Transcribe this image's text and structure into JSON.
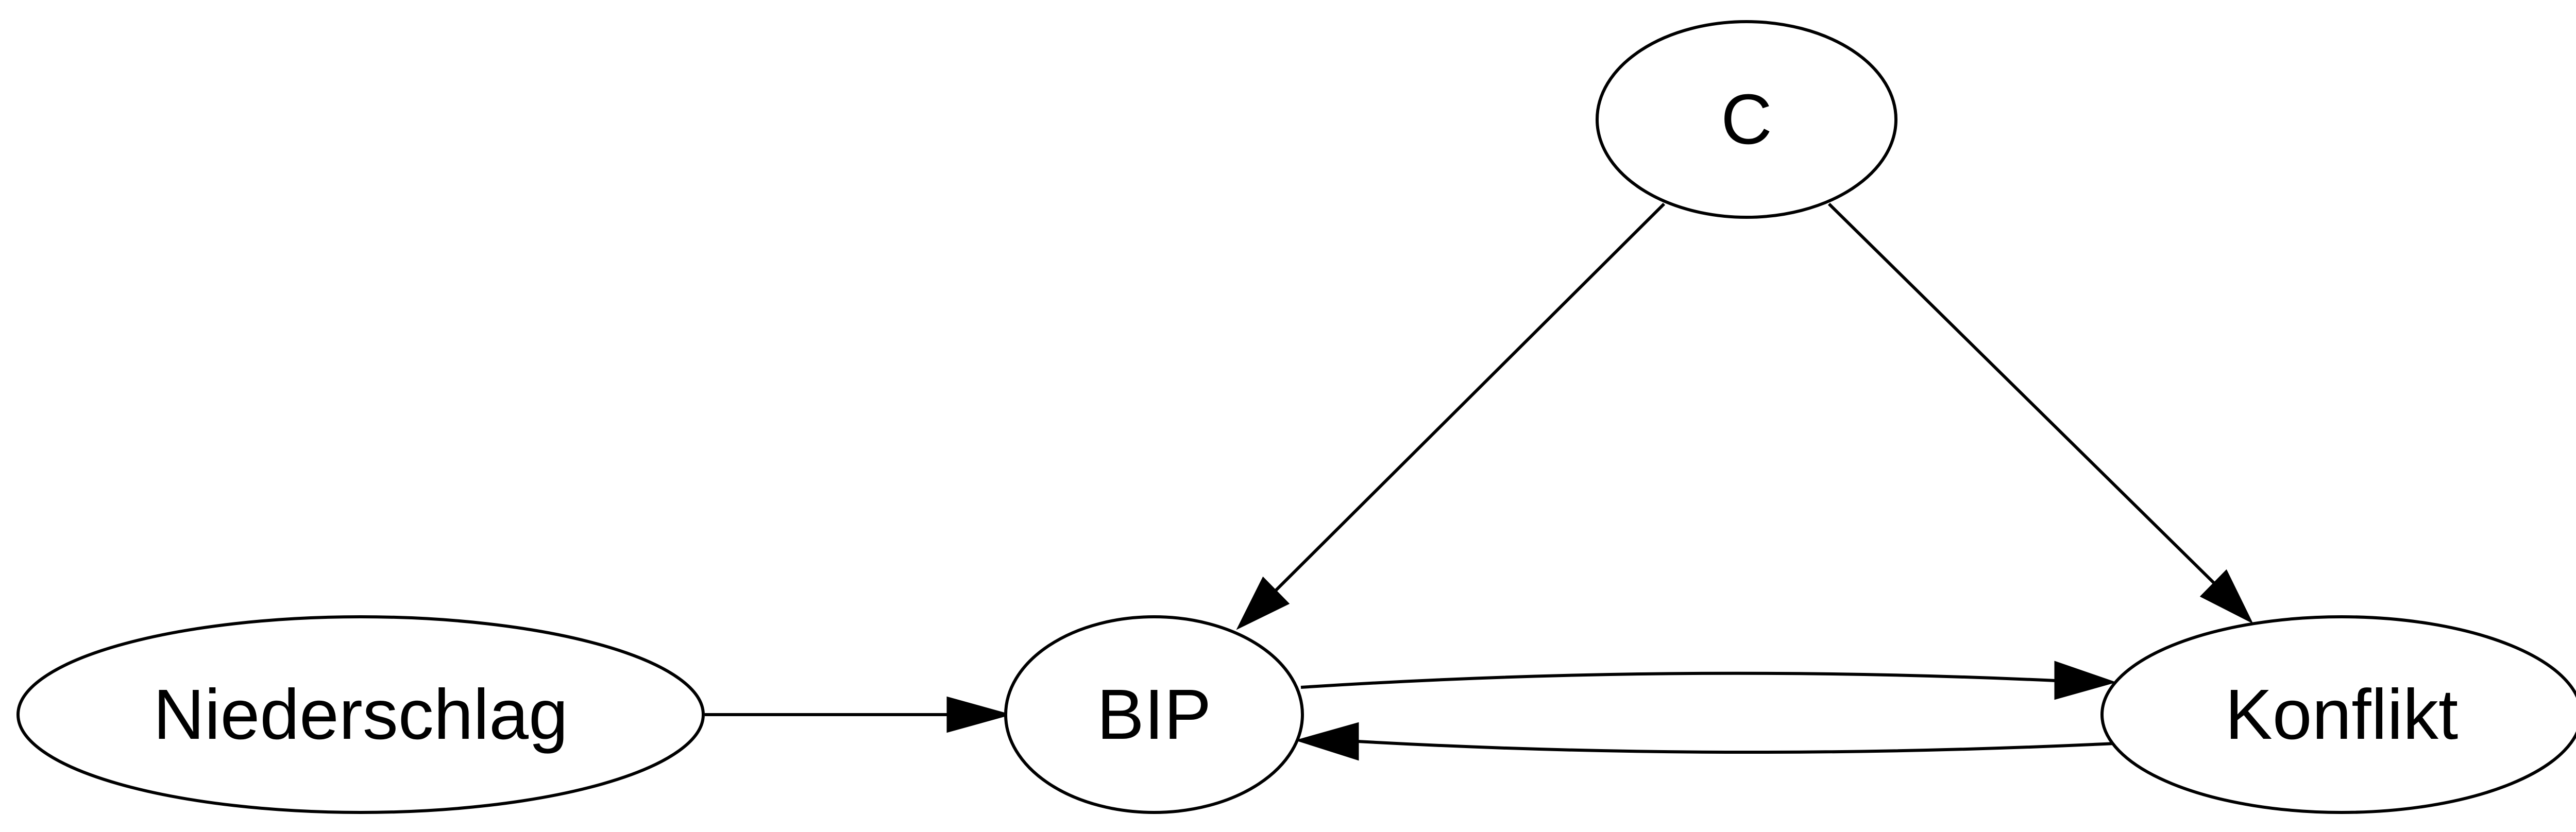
{
  "diagram": {
    "nodes": {
      "c": {
        "label": "C"
      },
      "niederschlag": {
        "label": "Niederschlag"
      },
      "bip": {
        "label": "BIP"
      },
      "konflikt": {
        "label": "Konflikt"
      }
    },
    "edges": [
      {
        "from": "Niederschlag",
        "to": "BIP"
      },
      {
        "from": "C",
        "to": "BIP"
      },
      {
        "from": "C",
        "to": "Konflikt"
      },
      {
        "from": "BIP",
        "to": "Konflikt"
      },
      {
        "from": "Konflikt",
        "to": "BIP"
      }
    ]
  },
  "colors": {
    "stroke": "#000000",
    "fill": "#ffffff",
    "background": "#ffffff"
  }
}
